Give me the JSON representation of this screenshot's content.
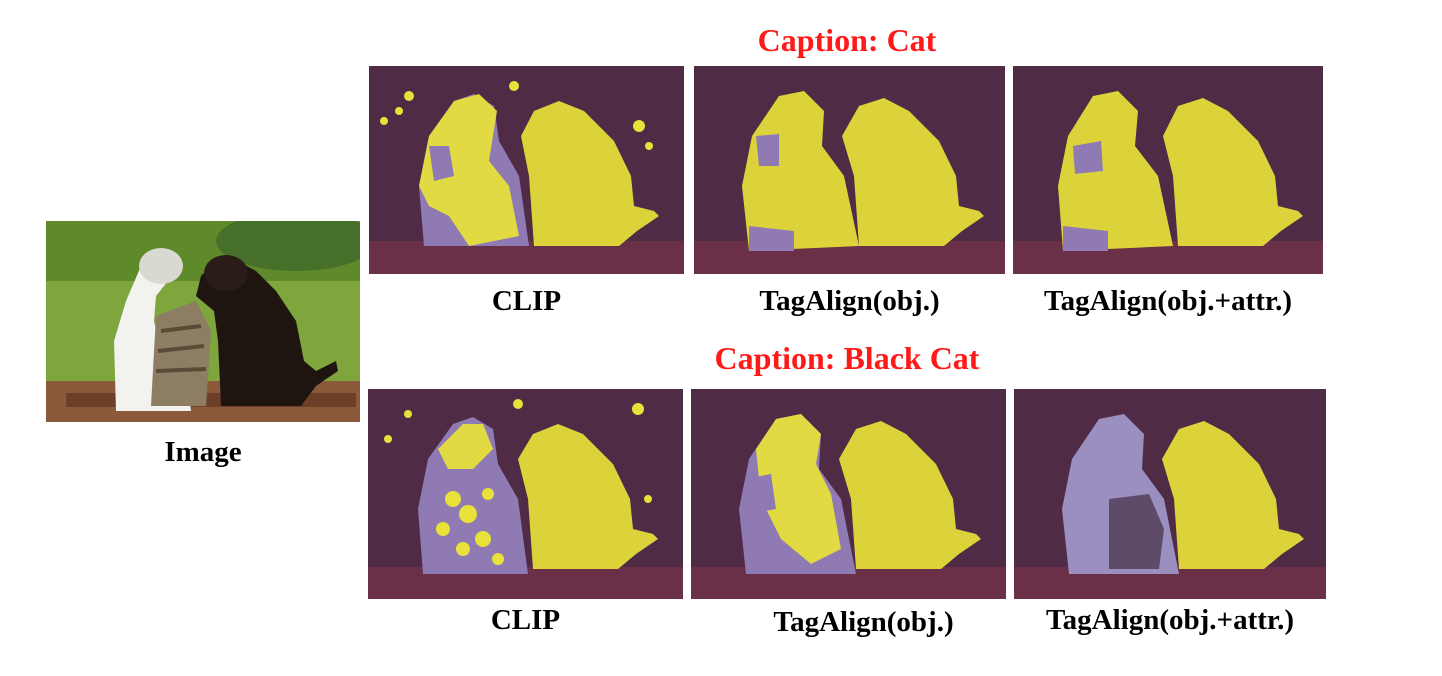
{
  "figure": {
    "input_label": "Image",
    "rows": [
      {
        "caption": "Caption: Cat",
        "panels": [
          {
            "label": "CLIP",
            "left_cat_highlight": "partial",
            "right_cat_highlight": "full"
          },
          {
            "label": "TagAlign(obj.)",
            "left_cat_highlight": "mostly",
            "right_cat_highlight": "full"
          },
          {
            "label": "TagAlign(obj.+attr.)",
            "left_cat_highlight": "mostly",
            "right_cat_highlight": "full"
          }
        ]
      },
      {
        "caption": "Caption: Black Cat",
        "panels": [
          {
            "label": "CLIP",
            "left_cat_highlight": "partial",
            "right_cat_highlight": "full"
          },
          {
            "label": "TagAlign(obj.)",
            "left_cat_highlight": "mostly",
            "right_cat_highlight": "full"
          },
          {
            "label": "TagAlign(obj.+attr.)",
            "left_cat_highlight": "none",
            "right_cat_highlight": "full"
          }
        ]
      }
    ],
    "colors": {
      "caption": "#ff1a1a",
      "highlight": "#e8e23a",
      "background_tint": "#4f2b45",
      "unhighlighted_cat": "#8f7ab3"
    }
  }
}
